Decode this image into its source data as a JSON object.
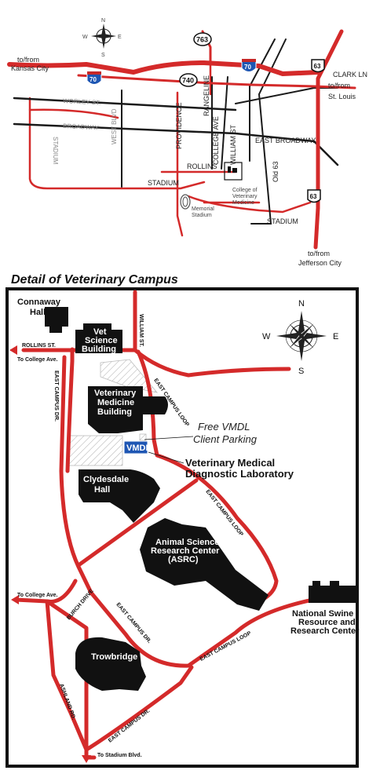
{
  "top_map": {
    "compass": {
      "n": "N",
      "s": "S",
      "e": "E",
      "w": "W"
    },
    "shields": {
      "i70_left": "70",
      "i70_right": "70",
      "hwy763": "763",
      "hwy740": "740",
      "us63_top": "63",
      "us63_bottom": "63"
    },
    "labels": {
      "kc_to": "to/from",
      "kc_city": "Kansas City",
      "stl_to": "to/from",
      "stl_city": "St. Louis",
      "clark_ln": "CLARK LN",
      "worley": "WORLEY ST.",
      "broadway": "BROADWAY",
      "east_broadway": "EAST BROADWAY",
      "stadium_v": "STADIUM",
      "west_blvd": "WEST BLVD",
      "providence": "PROVIDENCE",
      "rangeline": "RANGELINE",
      "college_ave": "COLLEGE AVE",
      "william_st": "WILLIAM ST",
      "rollins": "ROLLINS",
      "stadium_1": "STADIUM",
      "stadium_2": "STADIUM",
      "old63": "Old 63",
      "cvm_1": "College of",
      "cvm_2": "Veterinary",
      "cvm_3": "Medicine",
      "memorial_1": "Memorial",
      "memorial_2": "Stadium",
      "jc_to": "to/from",
      "jc_city": "Jefferson City"
    }
  },
  "detail": {
    "title": "Detail of Veterinary Campus",
    "compass": {
      "n": "N",
      "s": "S",
      "e": "E",
      "w": "W"
    },
    "buildings": {
      "connaway_1": "Connaway",
      "connaway_2": "Hall",
      "vetsci_1": "Vet",
      "vetsci_2": "Science",
      "vetsci_3": "Building",
      "vetmed_1": "Veterinary",
      "vetmed_2": "Medicine",
      "vetmed_3": "Building",
      "vmdl_box": "VMDL",
      "clydesdale_1": "Clydesdale",
      "clydesdale_2": "Hall",
      "asrc_1": "Animal Science",
      "asrc_2": "Research Center",
      "asrc_3": "(ASRC)",
      "trowbridge": "Trowbridge",
      "swine_1": "National Swine",
      "swine_2": "Resource and",
      "swine_3": "Research Center"
    },
    "parking_1": "Free VMDL",
    "parking_2": "Client Parking",
    "vmdl_1": "Veterinary Medical",
    "vmdl_2": "Diagnostic Laboratory",
    "streets": {
      "rollins": "ROLLINS ST.",
      "to_college_1": "To College Ave.",
      "to_college_2": "To College Ave.",
      "william": "WILLIAM ST.",
      "ecdr_1": "EAST CAMPUS DR.",
      "ecdr_2": "EAST CAMPUS DR.",
      "ecdr_3": "EAST CAMPUS DR.",
      "ecloop_1": "EAST CAMPUS LOOP",
      "ecloop_2": "EAST CAMPUS LOOP",
      "ecloop_3": "EAST CAMPUS LOOP",
      "burch": "BURCH DRIVE",
      "ashland": "ASHLAND RD.",
      "to_stadium": "To Stadium Blvd."
    }
  }
}
